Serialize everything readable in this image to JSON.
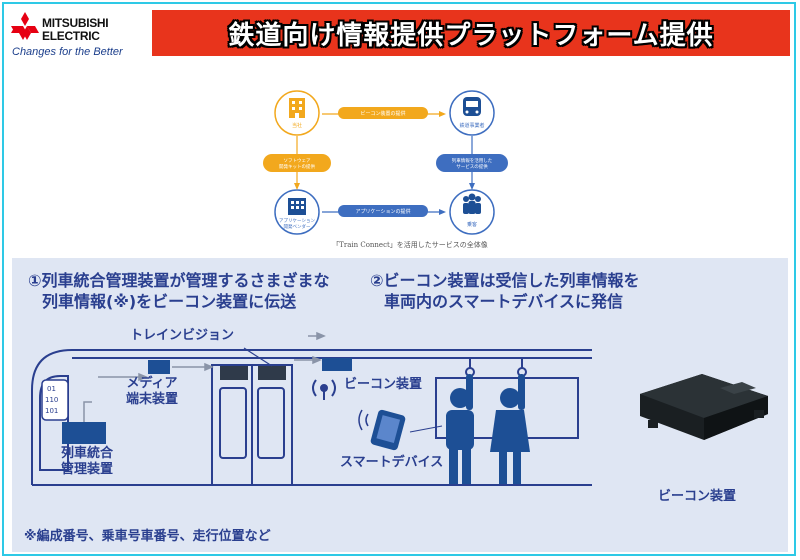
{
  "header": {
    "logo_line1": "MITSUBISHI",
    "logo_line2": "ELECTRIC",
    "tagline": "Changes for the Better",
    "title": "鉄道向け情報提供プラットフォーム提供"
  },
  "top_diagram": {
    "nodes": {
      "company": "当社",
      "railway": "鉄道事業者",
      "app_vendor_l1": "アプリケーション",
      "app_vendor_l2": "開発ベンダー",
      "passenger": "乗客"
    },
    "edges": {
      "beacon_provision": "ビーコン装置の提供",
      "sdk_l1": "ソフトウェア",
      "sdk_l2": "開発キットの提供",
      "service_l1": "列車情報を活用した",
      "service_l2": "サービスの提供",
      "app_provision": "アプリケーションの提供"
    },
    "caption": "「Train Connect」を活用したサービスの全体像"
  },
  "bottom_panel": {
    "desc1_line1": "①列車統合管理装置が管理するさまざまな",
    "desc1_line2": "列車情報(※)をビーコン装置に伝送",
    "desc2_line1": "②ビーコン装置は受信した列車情報を",
    "desc2_line2": "車両内のスマートデバイスに発信",
    "labels": {
      "train_vision": "トレインビジョン",
      "media_l1": "メディア",
      "media_l2": "端末装置",
      "beacon": "ビーコン装置",
      "smart_device": "スマートデバイス",
      "tcms_l1": "列車統合",
      "tcms_l2": "管理装置",
      "beacon_photo": "ビーコン装置",
      "bin1": "01",
      "bin2": "110",
      "bin3": "101"
    },
    "footnote": "※編成番号、乗車号車番号、走行位置など"
  },
  "colors": {
    "accent_red": "#e8341c",
    "orange": "#f2a81d",
    "blue": "#3e6ec0",
    "navy": "#1d4f95",
    "panel": "#dfe6f3",
    "text_navy": "#2a3f8f"
  }
}
